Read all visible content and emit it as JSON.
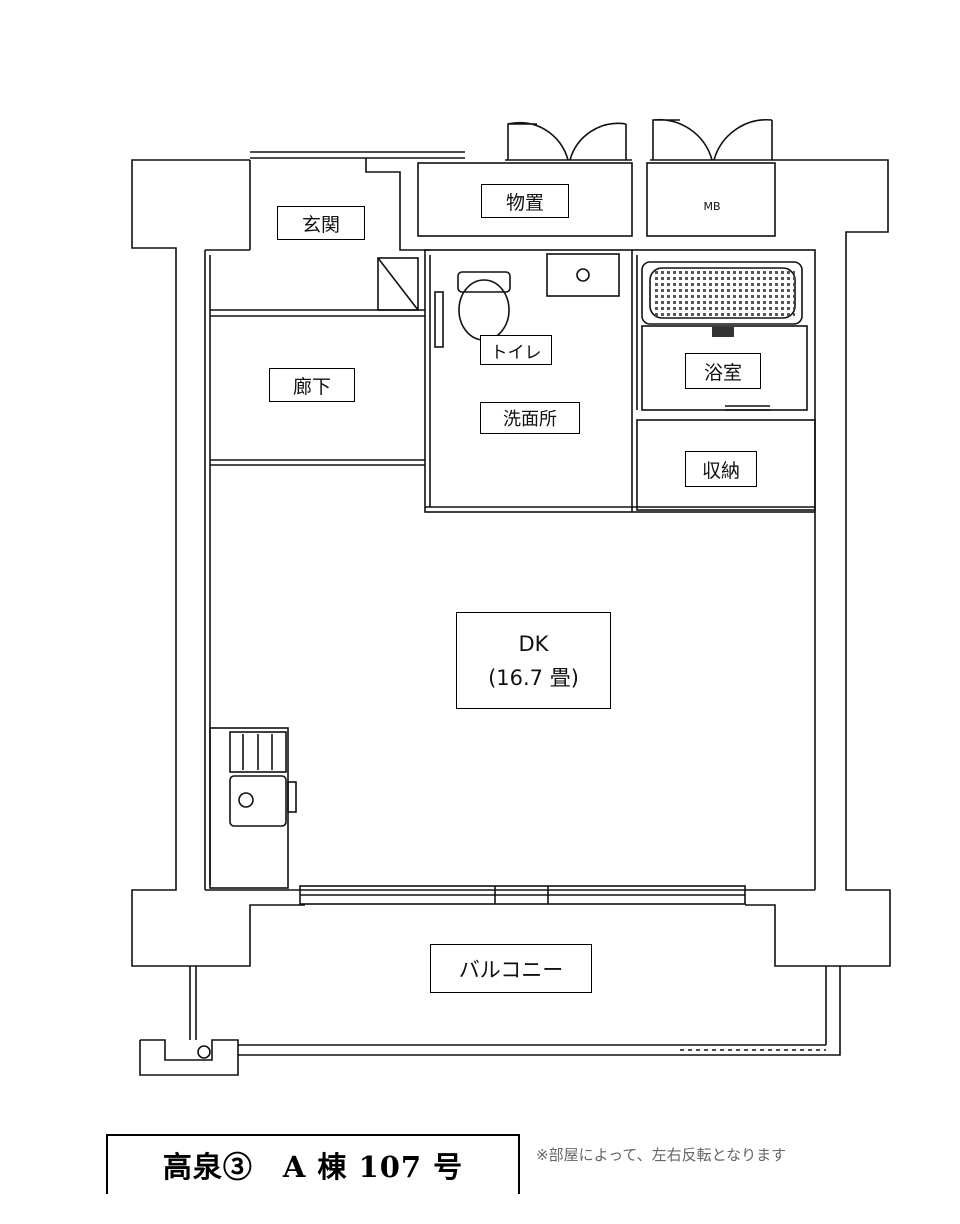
{
  "rooms": {
    "storage_outdoor": "物置",
    "mb": "MB",
    "entrance": "玄関",
    "hallway": "廊下",
    "toilet": "トイレ",
    "washroom": "洗面所",
    "bathroom": "浴室",
    "closet": "収納",
    "dk_name": "DK",
    "dk_size": "(16.7 畳)",
    "balcony": "バルコニー"
  },
  "footer": {
    "title": "高泉③　A 棟 107 号",
    "note": "※部屋によって、左右反転となります"
  }
}
